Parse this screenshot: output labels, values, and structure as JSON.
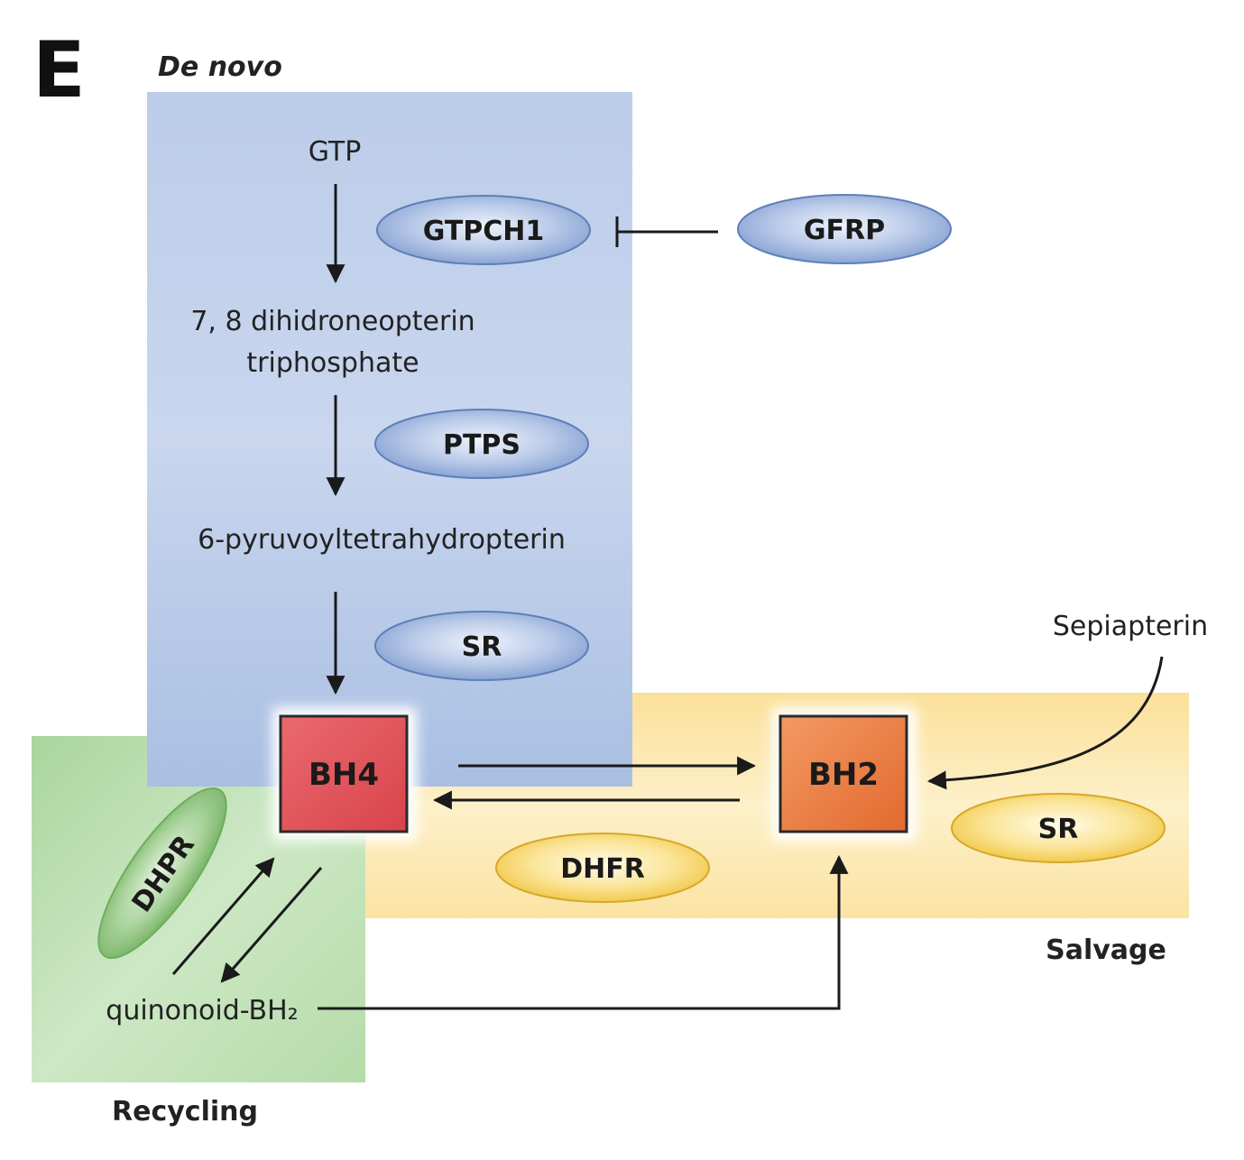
{
  "panel_letter": "E",
  "regions": {
    "de_novo": "De novo",
    "salvage": "Salvage",
    "recycling": "Recycling"
  },
  "metabolites": {
    "gtp": "GTP",
    "dihydroneopterin_line1": "7, 8 dihidroneopterin",
    "dihydroneopterin_line2": "triphosphate",
    "pyruvoyl": "6-pyruvoyltetrahydropterin",
    "sepiapterin": "Sepiapterin",
    "quinonoid": "quinonoid-BH₂"
  },
  "enzymes": {
    "gtpch1": "GTPCH1",
    "gfrp": "GFRP",
    "ptps": "PTPS",
    "sr_de_novo": "SR",
    "dhfr": "DHFR",
    "sr_salvage": "SR",
    "dhpr": "DHPR"
  },
  "cofactors": {
    "bh4": "BH4",
    "bh2": "BH2"
  },
  "colors": {
    "de_novo_region": "#b3c6e6",
    "salvage_region": "#fbe7a8",
    "recycling_region": "#b9ddb0",
    "enzyme_blue": "#93acd8",
    "enzyme_yellow": "#f7d364",
    "enzyme_green": "#8cc27c",
    "bh4_box": "#e0575c",
    "bh2_box": "#ea7f45"
  }
}
